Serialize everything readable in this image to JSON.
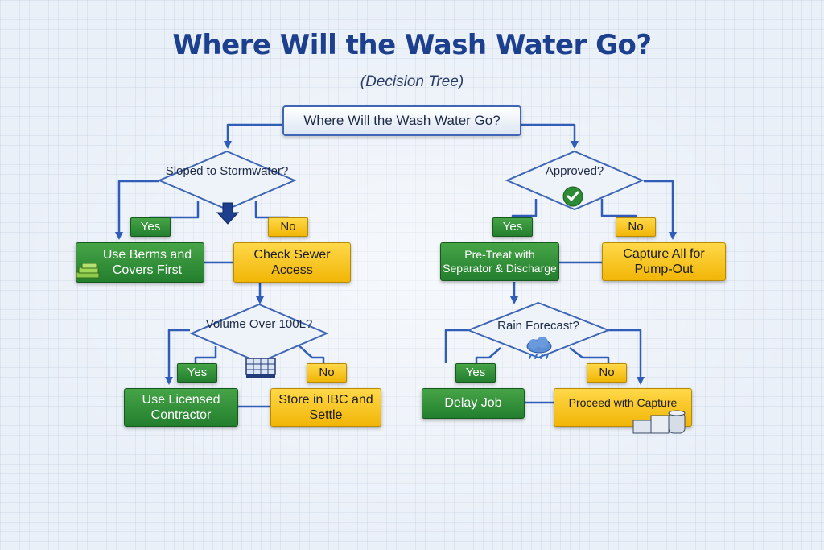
{
  "title": "Where Will the Wash Water Go?",
  "subtitle": "(Decision Tree)",
  "root": "Where Will the Wash Water Go?",
  "left_branch": {
    "question": "Sloped to Stormwater?",
    "yes_label": "Yes",
    "no_label": "No",
    "yes_action": "Use Berms and Covers First",
    "no_action": "Check Sewer Access",
    "sub_question": "Volume Over 100L?",
    "sub_yes_label": "Yes",
    "sub_no_label": "No",
    "sub_yes_action": "Use Licensed Contractor",
    "sub_no_action": "Store in IBC and Settle"
  },
  "right_branch": {
    "question": "Approved?",
    "yes_label": "Yes",
    "no_label": "No",
    "yes_action": "Pre-Treat with Separator & Discharge",
    "no_action": "Capture All for Pump-Out",
    "sub_question": "Rain Forecast?",
    "sub_yes_label": "Yes",
    "sub_no_label": "No",
    "sub_yes_action": "Delay Job",
    "sub_no_action": "Proceed with Capture"
  },
  "icons": [
    "down-arrow-icon",
    "berms-icon",
    "ibc-container-icon",
    "checkmark-icon",
    "rain-cloud-icon",
    "tanks-icon"
  ],
  "colors": {
    "title": "#1c3f8e",
    "connector": "#2f5db8",
    "yes_green": "#2e8b35",
    "no_yellow": "#f5c518"
  }
}
